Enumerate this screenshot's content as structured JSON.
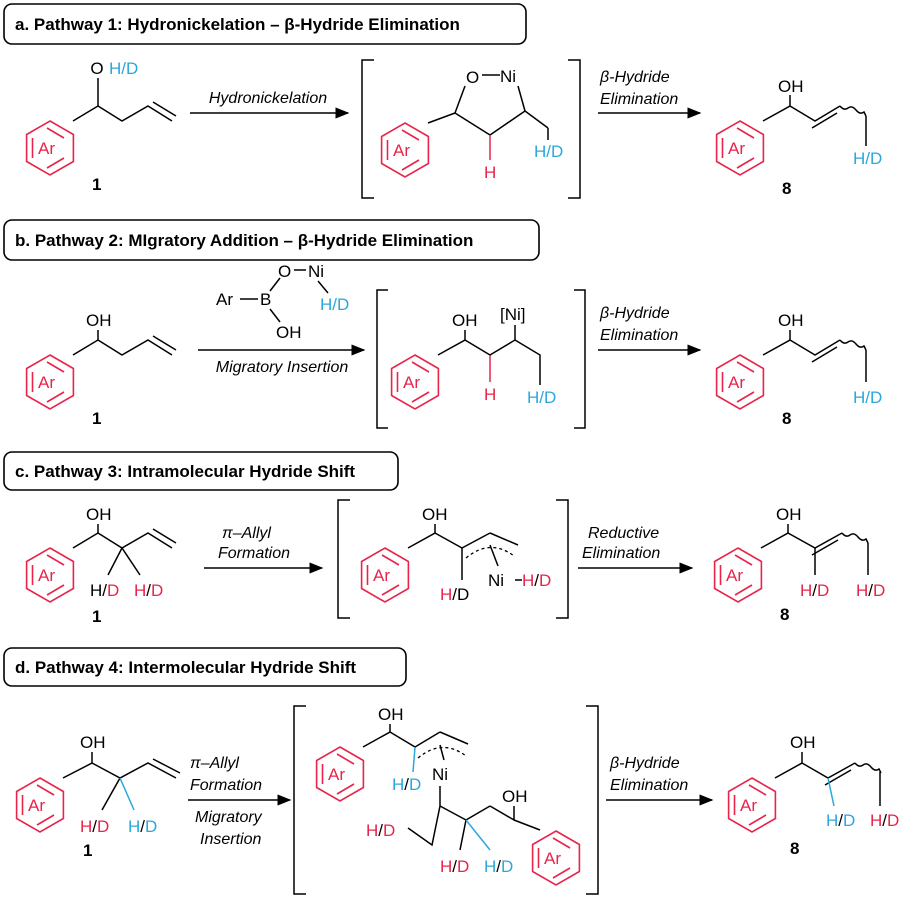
{
  "panels": {
    "a": {
      "title": "a. Pathway 1: Hydronickelation – β-Hydride Elimination",
      "arrow1_label": "Hydronickelation",
      "arrow2_label_line1": "β-Hydride",
      "arrow2_label_line2": "Elimination",
      "start_compound": "1",
      "product_compound": "8"
    },
    "b": {
      "title": "b. Pathway 2: MIgratory Addition – β-Hydride Elimination",
      "arrow1_label": "Migratory Insertion",
      "arrow2_label_line1": "β-Hydride",
      "arrow2_label_line2": "Elimination",
      "start_compound": "1",
      "product_compound": "8",
      "ni_label": "[Ni]"
    },
    "c": {
      "title": "c. Pathway 3: Intramolecular Hydride Shift",
      "arrow1_label_line1": "π–Allyl",
      "arrow1_label_line2": "Formation",
      "arrow2_label_line1": "Reductive",
      "arrow2_label_line2": "Elimination",
      "start_compound": "1",
      "product_compound": "8"
    },
    "d": {
      "title": "d. Pathway 4: Intermolecular Hydride Shift",
      "arrow1_label_line1": "π–Allyl",
      "arrow1_label_line2": "Formation",
      "arrow1_label_line3": "Migratory",
      "arrow1_label_line4": "Insertion",
      "arrow2_label_line1": "β-Hydride",
      "arrow2_label_line2": "Elimination",
      "start_compound": "1",
      "product_compound": "8"
    }
  },
  "atoms": {
    "Ar": "Ar",
    "OH": "OH",
    "O": "O",
    "Ni": "Ni",
    "H": "H",
    "B": "B",
    "HD": "H/D",
    "H_part": "H",
    "slash": "/",
    "D_part": "D"
  },
  "colors": {
    "aryl_red": "#e8244a",
    "deuterium_blue": "#2aa8dc",
    "bond_black": "#000000"
  }
}
